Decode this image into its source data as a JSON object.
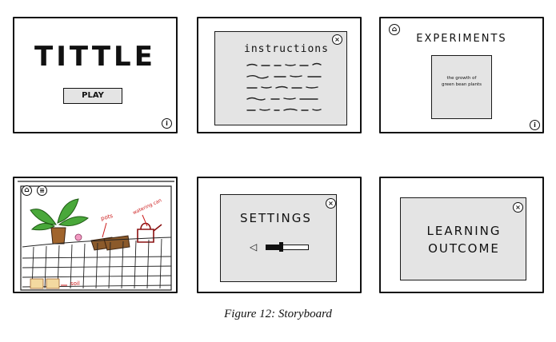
{
  "caption": "Figure 12: Storyboard",
  "frames": [
    {
      "title": "TITTLE",
      "button_label": "PLAY",
      "icon": "info-icon"
    },
    {
      "title": "instructions",
      "icon": "close-icon"
    },
    {
      "title": "EXPERIMENTS",
      "card_text": "the growth of green bean plants",
      "icons": [
        "home-icon",
        "info-icon"
      ]
    },
    {
      "labels": [
        "pots",
        "watering can",
        "soil"
      ],
      "icons": [
        "home-icon",
        "menu-icon"
      ]
    },
    {
      "title": "SETTINGS",
      "icon": "close-icon",
      "control": "volume-slider"
    },
    {
      "title": "LEARNING OUTCOME",
      "icon": "close-icon"
    }
  ],
  "colors": {
    "ink": "#111111",
    "panel": "#e4e4e4",
    "annotation": "#cc1a1a",
    "soil": "#8b5a2b",
    "pot": "#6b4a22",
    "leaf": "#3a9a2a"
  }
}
